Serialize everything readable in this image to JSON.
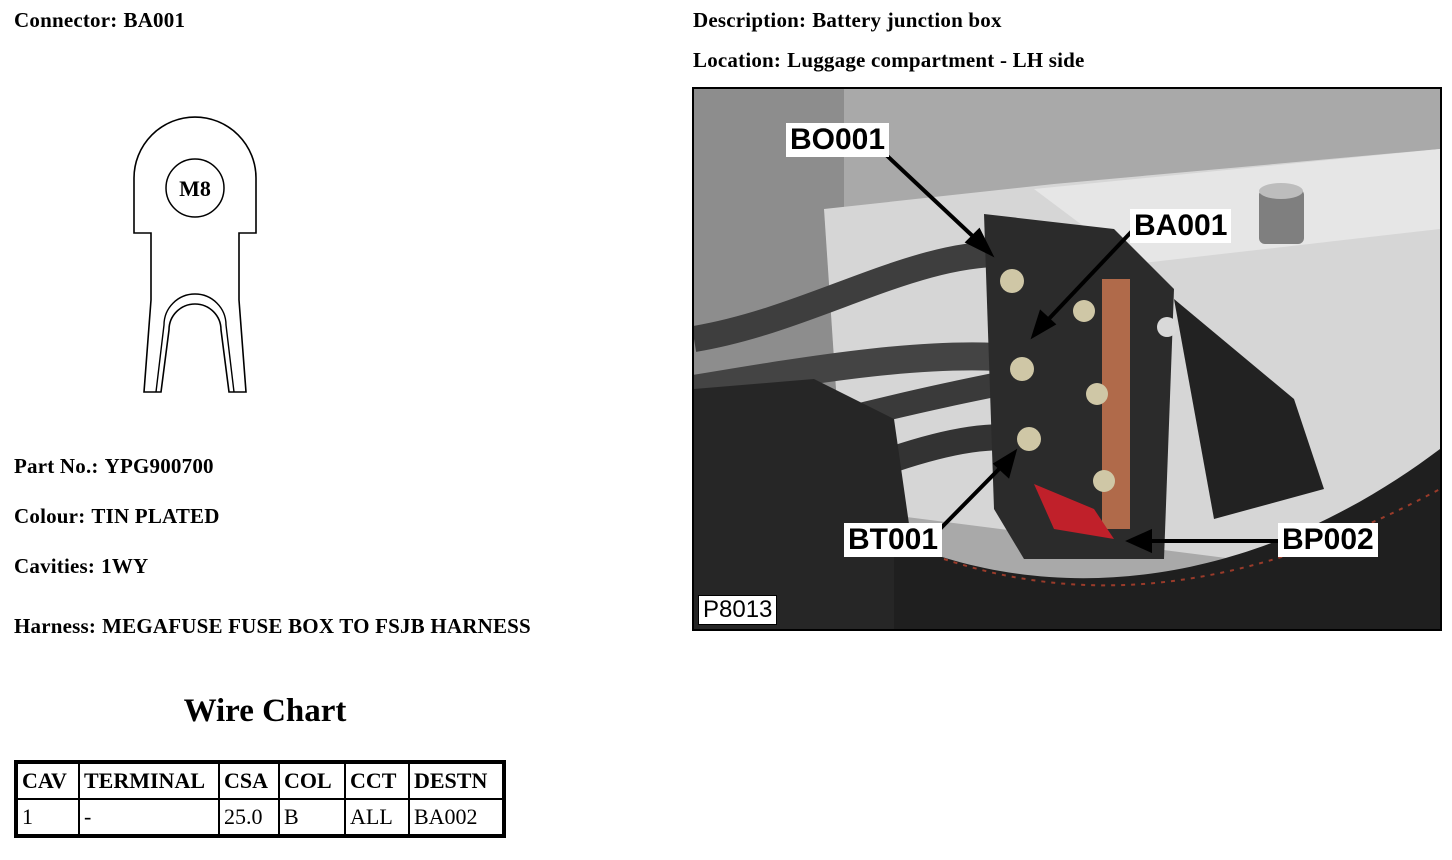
{
  "connector": {
    "label": "Connector:",
    "value": "BA001"
  },
  "description": {
    "label": "Description:",
    "value": "Battery junction box"
  },
  "location": {
    "label": "Location:",
    "value": "Luggage compartment - LH side"
  },
  "part_no": {
    "label": "Part No.:",
    "value": "YPG900700"
  },
  "colour": {
    "label": "Colour:",
    "value": "TIN PLATED"
  },
  "cavities": {
    "label": "Cavities:",
    "value": "1WY"
  },
  "harness": {
    "label": "Harness:",
    "value": "MEGAFUSE FUSE BOX TO FSJB HARNESS"
  },
  "drawing": {
    "thread_label": "M8"
  },
  "wire_chart": {
    "title": "Wire Chart",
    "headers": [
      "CAV",
      "TERMINAL",
      "CSA",
      "COL",
      "CCT",
      "DESTN"
    ],
    "rows": [
      [
        "1",
        "-",
        "25.0",
        "B",
        "ALL",
        "BA002"
      ]
    ]
  },
  "photo": {
    "id": "P8013",
    "callouts": {
      "bo001": "BO001",
      "ba001": "BA001",
      "bt001": "BT001",
      "bp002": "BP002"
    }
  }
}
